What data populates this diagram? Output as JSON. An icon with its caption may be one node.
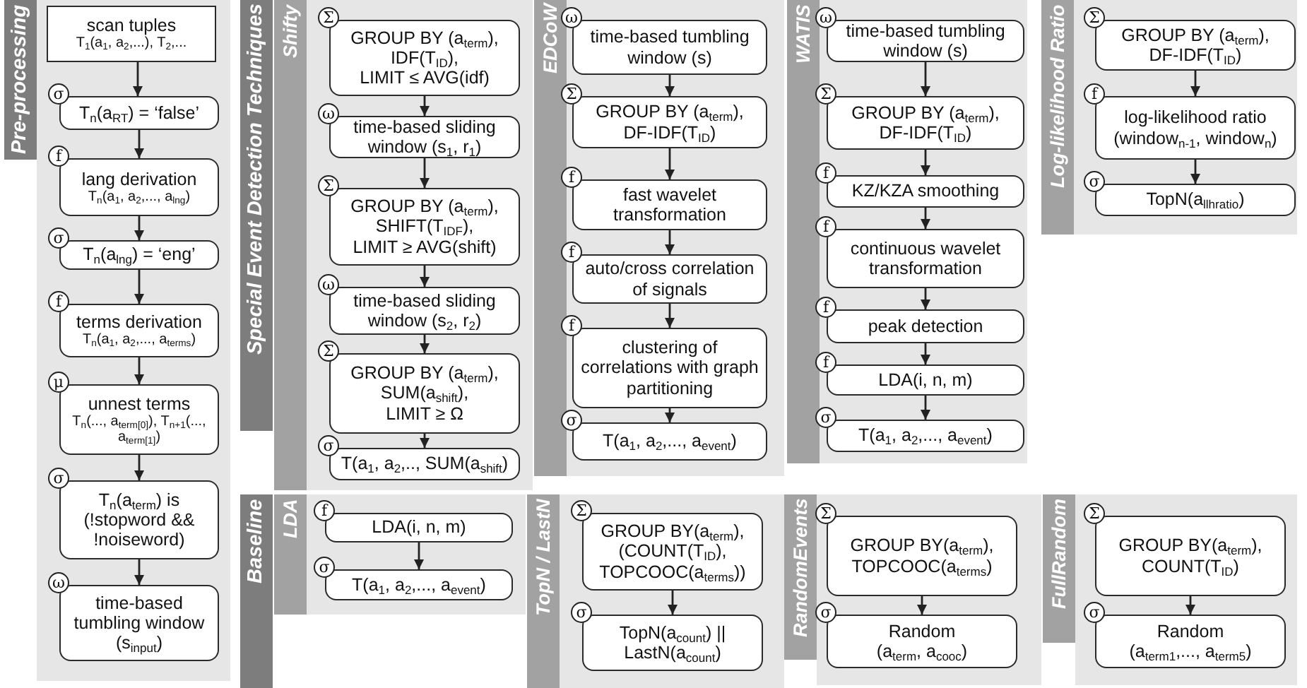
{
  "diagram": {
    "nodes": [
      {
        "text": [
          "Pre-processing"
        ]
      },
      {
        "text": [
          "scan tuples",
          "T$_{1}$(a$_{1}$, a$_{2}$,...), T$_{2}$,..."
        ],
        "in": 0
      },
      {
        "text": [
          "T$_{n}$(a$_{RT}$) = ‘false’"
        ],
        "in": 0,
        "beside": [
          "σ"
        ]
      },
      {
        "text": [
          "lang derivation",
          "T$_{n}$(a$_{1}$, a$_{2}$,..., a$_{lng}$)"
        ],
        "in": 0,
        "beside": [
          "f"
        ]
      },
      {
        "text": [
          "T$_{n}$(a$_{lng}$) = ‘eng’"
        ],
        "in": 0,
        "beside": [
          "σ"
        ]
      },
      {
        "text": [
          "terms derivation",
          "T$_{n}$(a$_{1}$, a$_{2}$,..., a$_{terms}$)"
        ],
        "in": 0,
        "beside": [
          "f"
        ]
      },
      {
        "text": [
          "unnest terms",
          "T$_{n}$(..., a$_{term[0]}$), T$_{n+1}$(..., a$_{term[1]}$)"
        ],
        "in": 0,
        "beside": [
          "μ"
        ]
      },
      {
        "text": [
          "T$_{n}$(a$_{term}$) is (!stopword && !noiseword)"
        ],
        "in": 0,
        "beside": [
          "σ"
        ]
      },
      {
        "text": [
          "time-based tumbling window (s$_{input}$)"
        ],
        "in": 0,
        "beside": [
          "ω"
        ]
      },
      {
        "text": [
          "Special Event Detection Techniques"
        ]
      },
      {
        "text": [
          "Shifty"
        ]
      },
      {
        "text": [
          "GROUP BY (a$_{term}$),",
          "IDF(T$_{ID}$),",
          "LIMIT ≤ AVG(idf)"
        ],
        "in": 10,
        "beside": [
          "Σ"
        ]
      },
      {
        "text": [
          "time-based sliding window (s$_{1}$, r$_{1}$)"
        ],
        "in": 10,
        "beside": [
          "ω"
        ]
      },
      {
        "text": [
          "GROUP BY (a$_{term}$),",
          "SHIFT(T$_{IDF}$),",
          "LIMIT ≥ AVG(shift)"
        ],
        "in": 10,
        "beside": [
          "Σ"
        ]
      },
      {
        "text": [
          "time-based sliding window (s$_{2}$, r$_{2}$)"
        ],
        "in": 10,
        "beside": [
          "ω"
        ]
      },
      {
        "text": [
          "GROUP BY (a$_{term}$),",
          "SUM(a$_{shift}$),",
          "LIMIT ≥ Ω"
        ],
        "in": 10,
        "beside": [
          "Σ"
        ]
      },
      {
        "text": [
          "T(a$_{1}$, a$_{2}$,.., SUM(a$_{shift}$)"
        ],
        "in": 10,
        "beside": [
          "σ"
        ]
      },
      {
        "text": [
          "EDCoW"
        ]
      },
      {
        "text": [
          "time-based tumbling window (s)"
        ],
        "in": 17,
        "beside": [
          "ω"
        ]
      },
      {
        "text": [
          "GROUP BY (a$_{term}$),",
          "DF-IDF(T$_{ID}$)"
        ],
        "in": 17,
        "beside": [
          "Σ"
        ]
      },
      {
        "text": [
          "fast wavelet transformation"
        ],
        "in": 17,
        "beside": [
          "f"
        ]
      },
      {
        "text": [
          "auto/cross correlation of signals"
        ],
        "in": 17,
        "beside": [
          "f"
        ]
      },
      {
        "text": [
          "clustering of correlations with graph partitioning"
        ],
        "in": 17,
        "beside": [
          "f"
        ]
      },
      {
        "text": [
          "T(a$_{1}$, a$_{2}$,..., a$_{event}$)"
        ],
        "in": 17,
        "beside": [
          "σ"
        ]
      },
      {
        "text": [
          "WATIS"
        ]
      },
      {
        "text": [
          "time-based tumbling window (s)"
        ],
        "in": 24,
        "beside": [
          "ω"
        ]
      },
      {
        "text": [
          "GROUP BY (a$_{term}$),",
          "DF-IDF(T$_{ID}$)"
        ],
        "in": 24,
        "beside": [
          "Σ"
        ]
      },
      {
        "text": [
          "KZ/KZA smoothing"
        ],
        "in": 24,
        "beside": [
          "f"
        ]
      },
      {
        "text": [
          "continuous wavelet transformation"
        ],
        "in": 24,
        "beside": [
          "f"
        ]
      },
      {
        "text": [
          "peak detection"
        ],
        "in": 24,
        "beside": [
          "f"
        ]
      },
      {
        "text": [
          "LDA(i, n, m)"
        ],
        "in": 24,
        "beside": [
          "f"
        ]
      },
      {
        "text": [
          "T(a$_{1}$, a$_{2}$,..., a$_{event}$)"
        ],
        "in": 24,
        "beside": [
          "σ"
        ]
      },
      {
        "text": [
          "Log-likelihood Ratio"
        ]
      },
      {
        "text": [
          "GROUP BY (a$_{term}$),",
          "DF-IDF(T$_{ID}$)"
        ],
        "in": 32,
        "beside": [
          "Σ"
        ]
      },
      {
        "text": [
          "log-likelihood ratio",
          "(window$_{n-1}$, window$_{n}$)"
        ],
        "in": 32,
        "beside": [
          "f"
        ]
      },
      {
        "text": [
          "TopN(a$_{llhratio}$)"
        ],
        "in": 32,
        "beside": [
          "σ"
        ]
      },
      {
        "text": [
          "Baseline"
        ]
      },
      {
        "text": [
          "LDA"
        ]
      },
      {
        "text": [
          "LDA(i, n, m)"
        ],
        "in": 37,
        "beside": [
          "f"
        ]
      },
      {
        "text": [
          "T(a$_{1}$, a$_{2}$,..., a$_{event}$)"
        ],
        "in": 37,
        "beside": [
          "σ"
        ]
      },
      {
        "text": [
          "TopN / LastN"
        ]
      },
      {
        "text": [
          "GROUP BY(a$_{term}$),",
          "(COUNT(T$_{ID}$),",
          "TOPCOOC(a$_{terms}$))"
        ],
        "in": 40,
        "beside": [
          "Σ"
        ]
      },
      {
        "text": [
          "TopN(a$_{count}$) || LastN(a$_{count}$)"
        ],
        "in": 40,
        "beside": [
          "σ"
        ]
      },
      {
        "text": [
          "RandomEvents"
        ]
      },
      {
        "text": [
          "GROUP BY(a$_{term}$),",
          "TOPCOOC(a$_{terms}$)"
        ],
        "in": 43,
        "beside": [
          "Σ"
        ]
      },
      {
        "text": [
          "Random",
          "(a$_{term}$, a$_{cooc}$)"
        ],
        "in": 43,
        "beside": [
          "σ"
        ]
      },
      {
        "text": [
          "FullRandom"
        ]
      },
      {
        "text": [
          "GROUP BY(a$_{term}$),",
          "COUNT(T$_{ID}$)"
        ],
        "in": 46,
        "beside": [
          "Σ"
        ]
      },
      {
        "text": [
          "Random",
          "(a$_{term1}$,..., a$_{term5}$)"
        ],
        "in": 46,
        "beside": [
          "σ"
        ]
      }
    ],
    "edges": [
      {
        "from": 1,
        "to": 2,
        "arrow": "to"
      },
      {
        "from": 2,
        "to": 3,
        "arrow": "to"
      },
      {
        "from": 3,
        "to": 4,
        "arrow": "to"
      },
      {
        "from": 4,
        "to": 5,
        "arrow": "to"
      },
      {
        "from": 5,
        "to": 6,
        "arrow": "to"
      },
      {
        "from": 6,
        "to": 7,
        "arrow": "to"
      },
      {
        "from": 7,
        "to": 8,
        "arrow": "to"
      },
      {
        "from": 11,
        "to": 12,
        "arrow": "to"
      },
      {
        "from": 12,
        "to": 13,
        "arrow": "to"
      },
      {
        "from": 13,
        "to": 14,
        "arrow": "to"
      },
      {
        "from": 14,
        "to": 15,
        "arrow": "to"
      },
      {
        "from": 15,
        "to": 16,
        "arrow": "to"
      },
      {
        "from": 18,
        "to": 19,
        "arrow": "to"
      },
      {
        "from": 19,
        "to": 20,
        "arrow": "to"
      },
      {
        "from": 20,
        "to": 21,
        "arrow": "to"
      },
      {
        "from": 21,
        "to": 22,
        "arrow": "to"
      },
      {
        "from": 22,
        "to": 23,
        "arrow": "to"
      },
      {
        "from": 25,
        "to": 26,
        "arrow": "to"
      },
      {
        "from": 26,
        "to": 27,
        "arrow": "to"
      },
      {
        "from": 27,
        "to": 28,
        "arrow": "to"
      },
      {
        "from": 28,
        "to": 29,
        "arrow": "to"
      },
      {
        "from": 29,
        "to": 30,
        "arrow": "to"
      },
      {
        "from": 30,
        "to": 31,
        "arrow": "to"
      },
      {
        "from": 33,
        "to": 34,
        "arrow": "to"
      },
      {
        "from": 34,
        "to": 35,
        "arrow": "to"
      },
      {
        "from": 38,
        "to": 39,
        "arrow": "to"
      },
      {
        "from": 41,
        "to": 42,
        "arrow": "to"
      },
      {
        "from": 44,
        "to": 45,
        "arrow": "to"
      },
      {
        "from": 47,
        "to": 48,
        "arrow": "to"
      }
    ]
  }
}
